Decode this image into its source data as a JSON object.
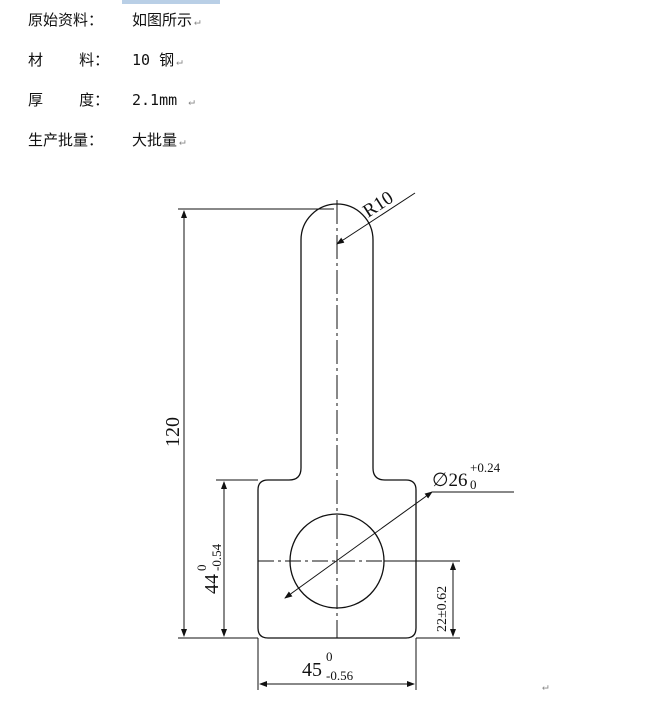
{
  "specs": [
    {
      "label": "原始资料：",
      "value": "如图所示"
    },
    {
      "label": "材    料：",
      "value": "10 钢"
    },
    {
      "label": "厚    度：",
      "value": "2.1mm "
    },
    {
      "label": "生产批量：",
      "value": "大批量"
    }
  ],
  "paragraph_mark": "↵",
  "drawing": {
    "dims": {
      "radius": "R10",
      "overall_height": "120",
      "base_height_main": "44",
      "base_height_upper": "0",
      "base_height_lower": "-0.54",
      "hole_dia_main": "∅26",
      "hole_dia_upper": "+0.24",
      "hole_dia_lower": "0",
      "hole_center": "22±0.62",
      "width_main": "45",
      "width_upper": "0",
      "width_lower": "-0.56"
    }
  }
}
